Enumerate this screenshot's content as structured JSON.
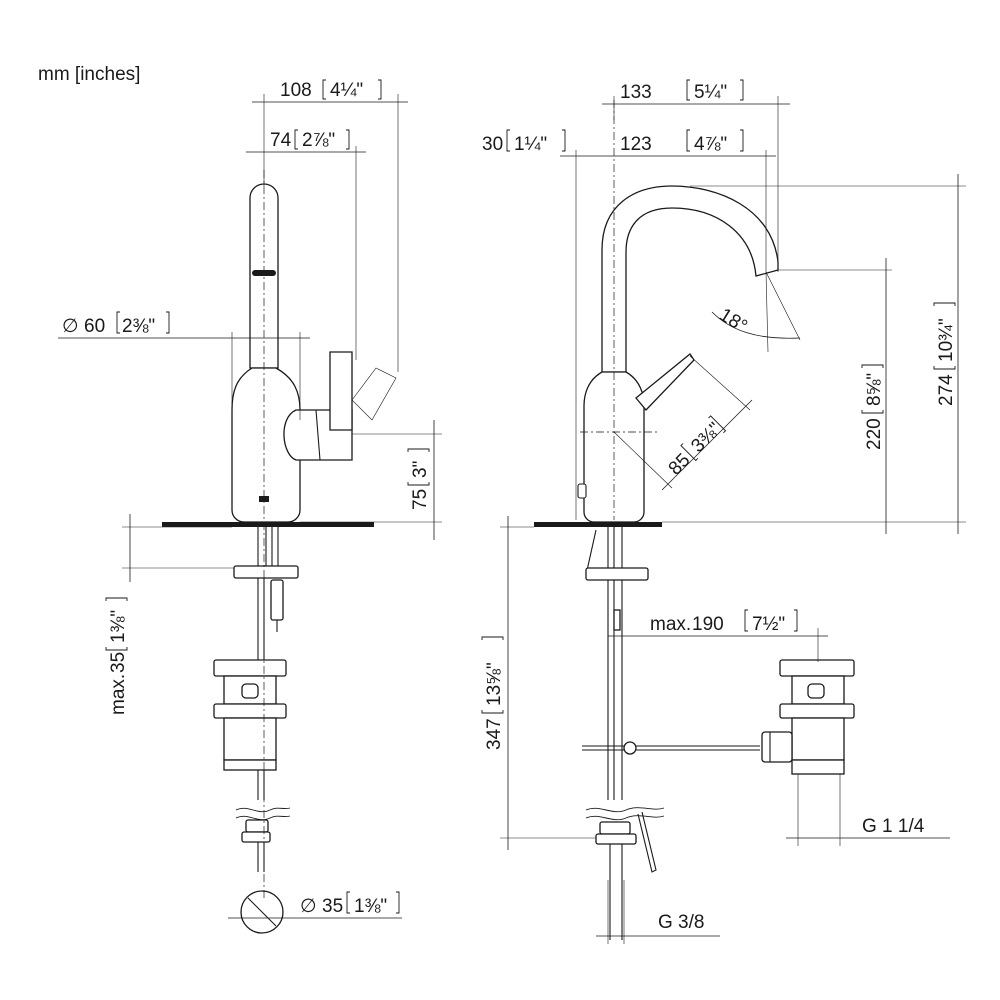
{
  "units_note": "mm [inches]",
  "dimensions": {
    "front_width_overall": {
      "mm": "108",
      "inch": "4¼\""
    },
    "front_width_spout": {
      "mm": "74",
      "inch": "2⅞\""
    },
    "base_diameter": {
      "prefix": "∅",
      "mm": "60",
      "inch": "2⅜\""
    },
    "handle_height": {
      "mm": "75",
      "inch": "3\""
    },
    "max_deck_thickness": {
      "prefix": "max.",
      "mm": "35",
      "inch": "1⅜\""
    },
    "hole_diameter": {
      "prefix": "∅",
      "mm": "35",
      "inch": "1⅜\""
    },
    "side_reach_overall": {
      "mm": "133",
      "inch": "5¼\""
    },
    "side_reach_spout": {
      "mm": "123",
      "inch": "4⅞\""
    },
    "side_offset": {
      "mm": "30",
      "inch": "1¼\""
    },
    "spout_angle": {
      "value": "18°"
    },
    "handle_length": {
      "mm": "85",
      "inch": "3⅜\""
    },
    "spout_clearance": {
      "mm": "220",
      "inch": "8⅝\""
    },
    "overall_height": {
      "mm": "274",
      "inch": "10¾\""
    },
    "drain_reach": {
      "prefix": "max.",
      "mm": "190",
      "inch": "7½\""
    },
    "below_deck_length": {
      "mm": "347",
      "inch": "13⅝\""
    },
    "drain_thread": {
      "value": "G 1 1/4"
    },
    "supply_thread": {
      "value": "G 3/8"
    }
  }
}
